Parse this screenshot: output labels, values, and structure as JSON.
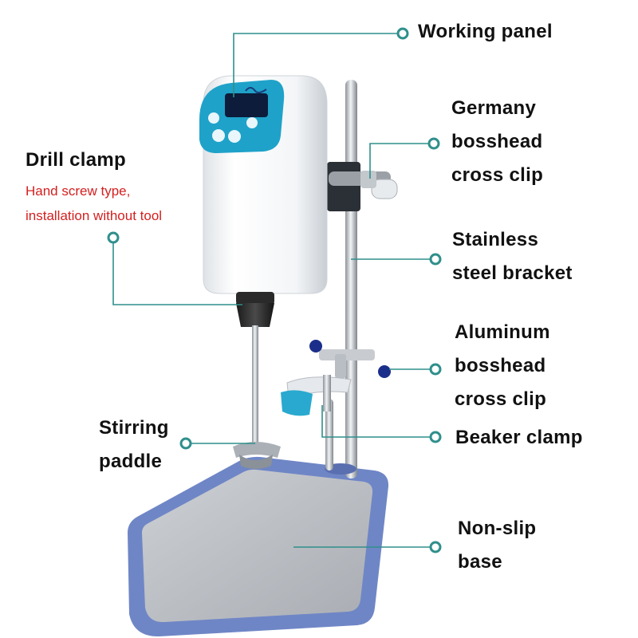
{
  "labels": {
    "working_panel": [
      "Working panel"
    ],
    "germany_clip": [
      "Germany",
      "bosshead",
      "cross clip"
    ],
    "drill_clamp": [
      "Drill clamp"
    ],
    "drill_clamp_note": [
      "Hand screw type,",
      "installation without tool"
    ],
    "stainless_bracket": [
      "Stainless",
      "steel bracket"
    ],
    "aluminum_clip": [
      "Aluminum",
      "bosshead",
      "cross clip"
    ],
    "stirring_paddle": [
      "Stirring",
      "paddle"
    ],
    "beaker_clamp": [
      "Beaker clamp"
    ],
    "non_slip_base": [
      "Non-slip",
      "base"
    ]
  },
  "colors": {
    "leader_line": "#2f8f8c",
    "panel_accent": "#1fa2c9",
    "base_frame": "#6f86c6",
    "base_plate": "#b8bcc2",
    "note_text": "#d42020",
    "knob": "#1b2f8a"
  }
}
